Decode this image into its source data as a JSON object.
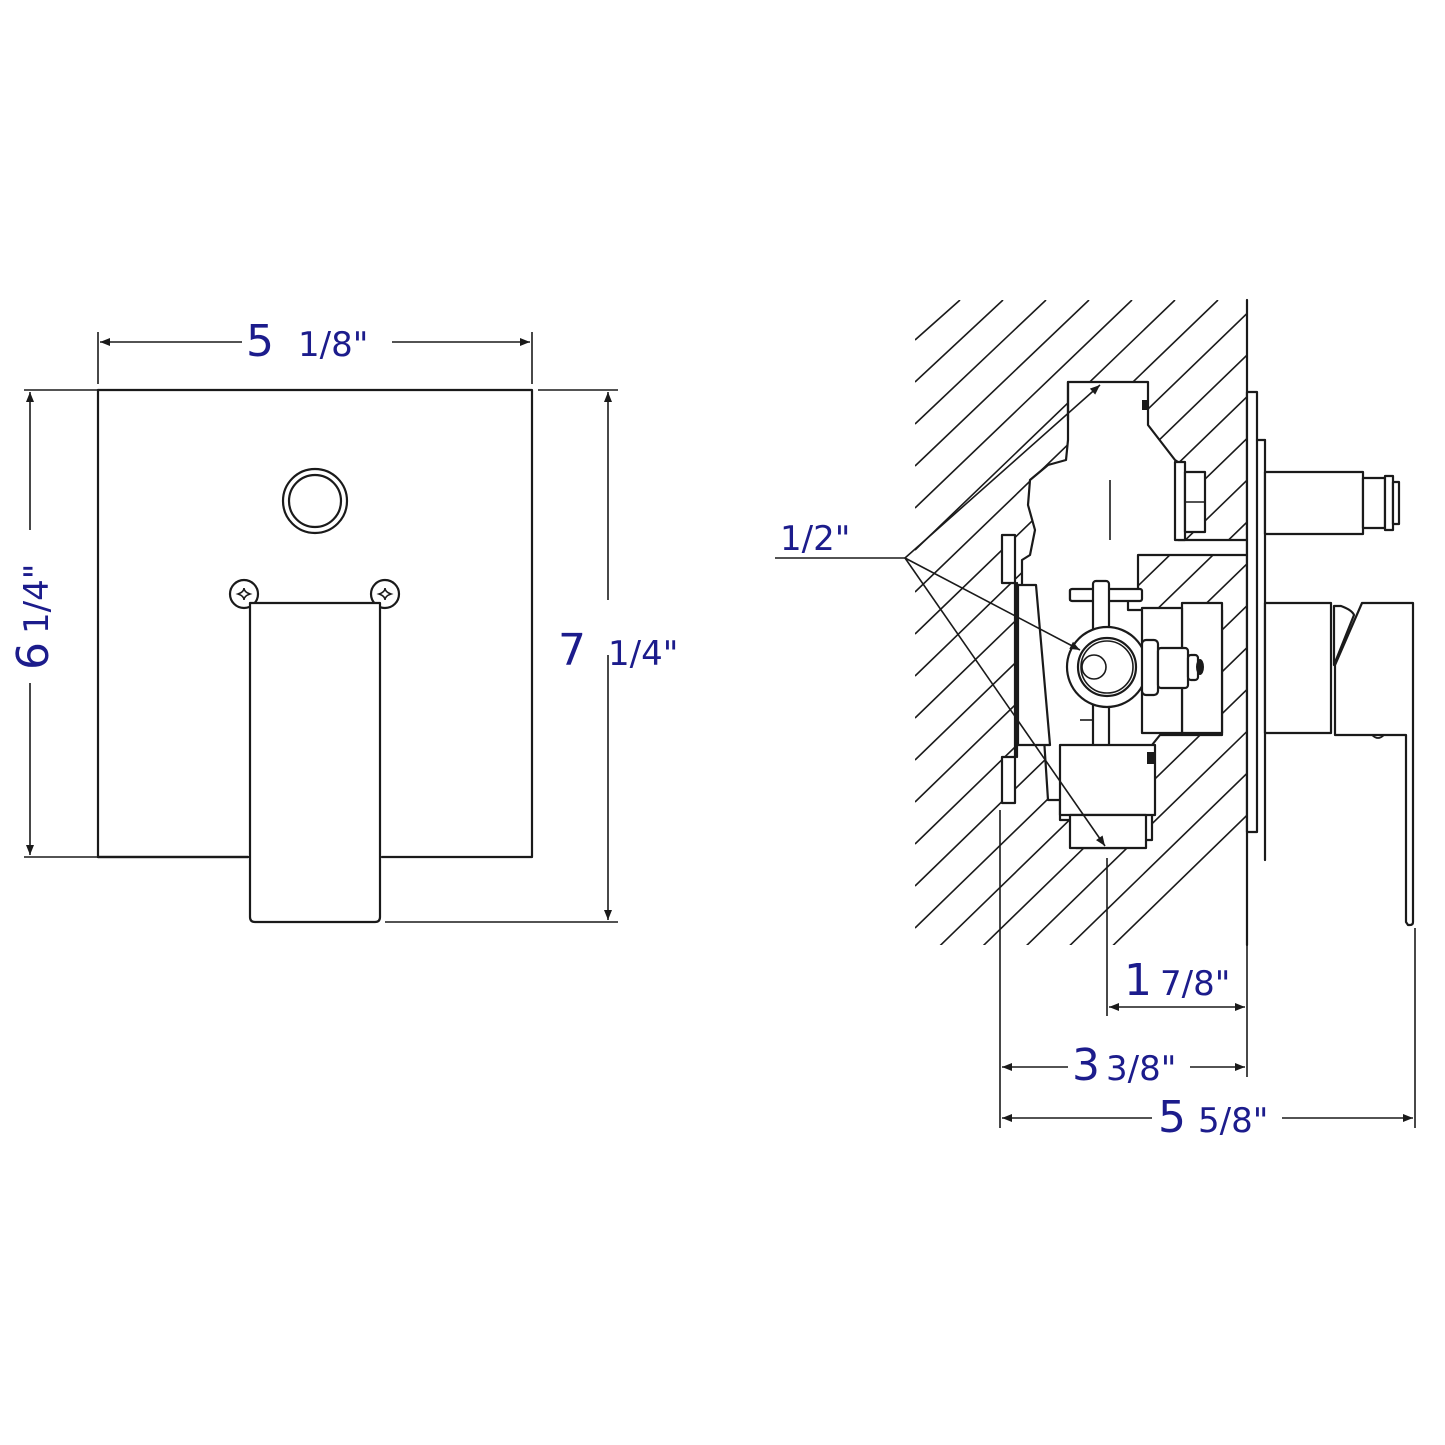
{
  "diagram": {
    "type": "technical-drawing",
    "subject": "shower valve trim with handle - front and side views",
    "colors": {
      "line": "#1a1a1a",
      "dimension_text": "#1c1c8c",
      "background": "#ffffff"
    },
    "front_view": {
      "width_dim": {
        "whole": "5",
        "fraction": "1/8\""
      },
      "plate_height_dim": {
        "whole": "6",
        "fraction": "1/4\""
      },
      "overall_height_dim": {
        "whole": "7",
        "fraction": "1/4\""
      },
      "features": [
        "square-trim-plate",
        "diverter-button",
        "mounting-screw-left",
        "mounting-screw-right",
        "lever-handle"
      ]
    },
    "side_view": {
      "pipe_dim": {
        "label": "1/2\""
      },
      "wall_to_center_dim": {
        "whole": "1",
        "fraction": "7/8\""
      },
      "rough_depth_dim": {
        "whole": "3",
        "fraction": "3/8\""
      },
      "overall_depth_dim": {
        "whole": "5",
        "fraction": "5/8\""
      },
      "features": [
        "wall-hatching",
        "valve-body",
        "trim-plate",
        "diverter-stem",
        "lever-handle"
      ]
    }
  }
}
